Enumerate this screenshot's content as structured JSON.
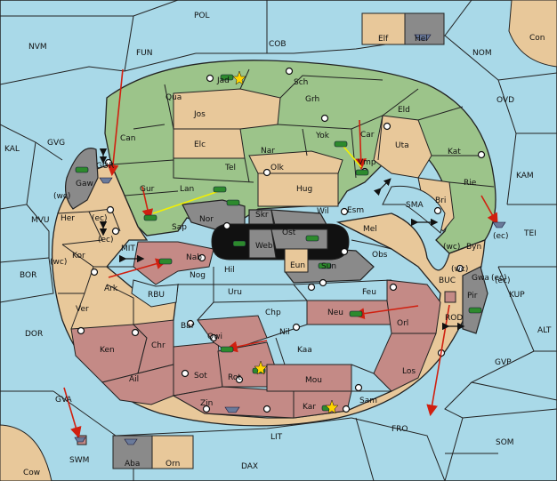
{
  "colors": {
    "sea": "#a9d9e8",
    "neutral": "#e8c89a",
    "green": "#9cc48a",
    "red": "#c48a86",
    "gray": "#8a8a8a",
    "black": "#111111",
    "arrow": "#d02010",
    "support": "#f3f000",
    "border": "#222222"
  },
  "labels": {
    "POL": "POL",
    "COB": "COB",
    "FUN": "FUN",
    "NVM": "NVM",
    "NOM": "NOM",
    "Con": "Con",
    "OVD": "OVD",
    "KAL": "KAL",
    "GVG": "GVG",
    "KAM": "KAM",
    "SMA": "SMA",
    "TEI": "TEI",
    "MVU": "MVU",
    "MIT": "MIT",
    "BOR": "BOR",
    "RBU": "RBU",
    "KUP": "KUP",
    "DOR": "DOR",
    "ALT": "ALT",
    "BUC": "BUC",
    "ROD": "ROD",
    "GVP": "GVP",
    "GVA": "GVA",
    "FRO": "FRO",
    "SOM": "SOM",
    "LIT": "LIT",
    "SWM": "SWM",
    "DAX": "DAX",
    "Cow": "Cow",
    "Elf": "Elf",
    "Hel": "Hel",
    "Jad": "Jad",
    "Sch": "Sch",
    "Qua": "Qua",
    "Jos": "Jos",
    "Grh": "Grh",
    "Eld": "Eld",
    "Can": "Can",
    "Elc": "Elc",
    "Yok": "Yok",
    "Car": "Car",
    "Uta": "Uta",
    "Nar": "Nar",
    "Kat": "Kat",
    "GOR": "GOR",
    "Tel": "Tel",
    "Olk": "Olk",
    "Vmp": "Vmp",
    "Gaw": "Gaw",
    "Gur": "Gur",
    "Lan": "Lan",
    "Hug": "Hug",
    "Rie": "Rie",
    "Bri": "Bri",
    "wc1": "(wc)",
    "ec1": "(ec)",
    "Her": "Her",
    "Nor": "Nor",
    "Wil": "Wil",
    "Esm": "Esm",
    "Sap": "Sap",
    "Skr": "Skr",
    "Ost": "Ost",
    "Mel": "Mel",
    "Byn": "Byn",
    "ec2": "(ec)",
    "Web": "Web",
    "Kor": "Kor",
    "wc2": "(wc)",
    "Nab": "Nab",
    "Obs": "Obs",
    "Eun": "Eun",
    "Sun": "Sun",
    "wc3": "(wc)",
    "Gwa": "Gwa",
    "ec3": "(ec)",
    "Hil": "Hil",
    "Ark": "Ark",
    "Nog": "Nog",
    "Pir": "Pir",
    "Uru": "Uru",
    "Feu": "Feu",
    "Ver": "Ver",
    "Chp": "Chp",
    "Neu": "Neu",
    "Bar": "Bar",
    "Orl": "Orl",
    "Qwi": "Qwi",
    "Nil": "Nil",
    "Ken": "Ken",
    "Chr": "Chr",
    "Kaa": "Kaa",
    "Los": "Los",
    "Ail": "Ail",
    "Sot": "Sot",
    "Rot": "Rot",
    "Mou": "Mou",
    "Sam": "Sam",
    "Zin": "Zin",
    "Kar": "Kar",
    "Aba": "Aba",
    "Orn": "Orn",
    "wc4": "(wc)",
    "ec4": "(ec)",
    "ec5": "(ec)"
  }
}
